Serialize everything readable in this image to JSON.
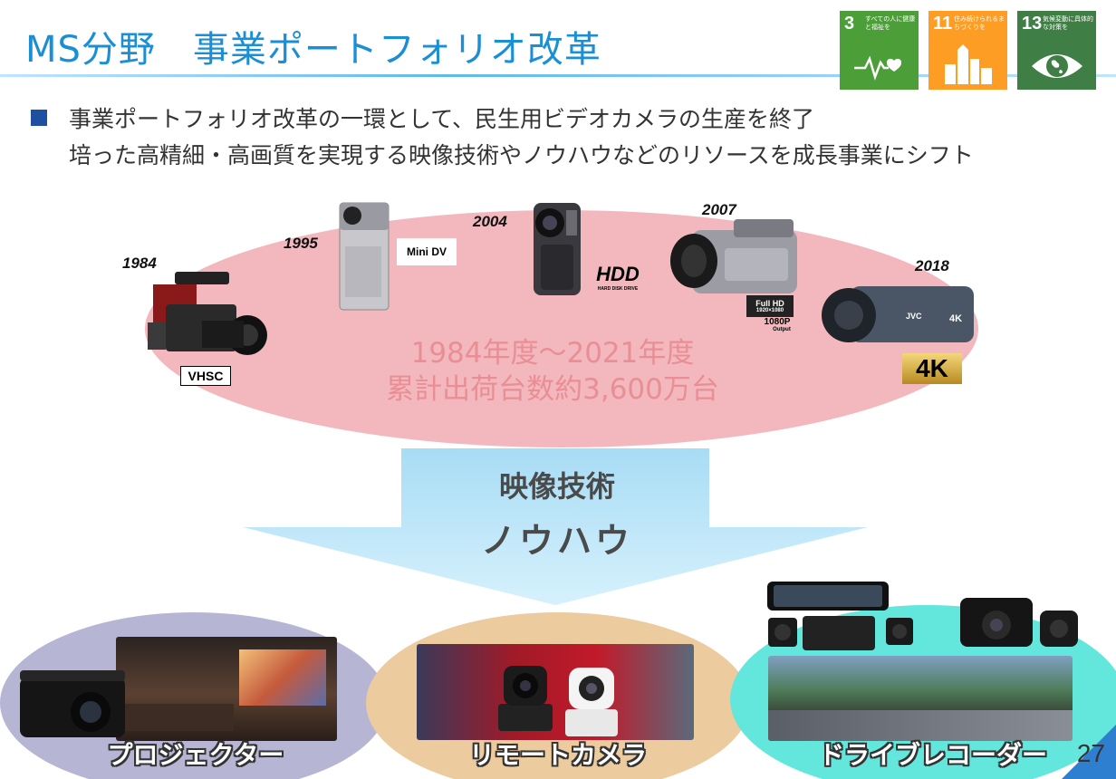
{
  "slide": {
    "title": "MS分野　事業ポートフォリオ改革",
    "page_number": "27",
    "bullets": [
      "事業ポートフォリオ改革の一環として、民生用ビデオカメラの生産を終了",
      "培った高精細・高画質を実現する映像技術やノウハウなどのリソースを成長事業にシフト"
    ]
  },
  "sdgs": [
    {
      "number": "3",
      "caption": "すべての人に健康と福祉を",
      "color": "#4c9f38"
    },
    {
      "number": "11",
      "caption": "住み続けられるまちづくりを",
      "color": "#fd9d24"
    },
    {
      "number": "13",
      "caption": "気候変動に具体的な対策を",
      "color": "#3f7e44"
    }
  ],
  "history": {
    "years": [
      "1984",
      "1995",
      "2004",
      "2007",
      "2018"
    ],
    "format_logos": [
      "VHSC",
      "Mini DV",
      "HDD",
      "HARD DISK DRIVE",
      "Full HD",
      "1920×1080",
      "1080P",
      "Output",
      "4K"
    ],
    "camera_marks": [
      "JVC",
      "4K"
    ],
    "total_line1": "1984年度～2021年度",
    "total_line2": "累計出荷台数約3,600万台"
  },
  "arrow": {
    "line1": "映像技術",
    "line2": "ノウハウ"
  },
  "categories": [
    {
      "label": "プロジェクター"
    },
    {
      "label": "リモートカメラ"
    },
    {
      "label": "ドライブレコーダー"
    }
  ],
  "colors": {
    "title_blue": "#1a8fd6",
    "ellipse_pink": "#f2b8bd",
    "total_text": "#e98e95",
    "arrow_blue": "#c6eaf9",
    "projector_bg": "#b7b5d4",
    "remote_bg": "#eccb9e",
    "recorder_bg": "#63e6dc"
  }
}
